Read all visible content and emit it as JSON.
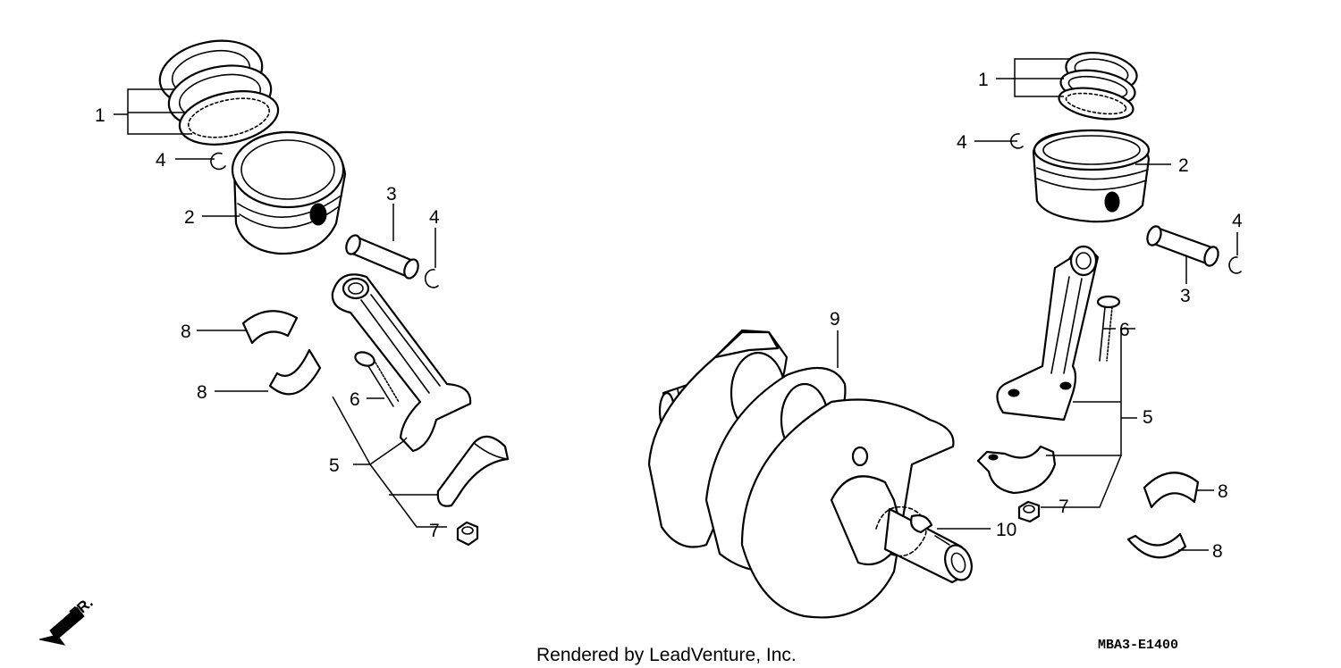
{
  "credit": "Rendered by LeadVenture, Inc.",
  "diagram_code": "MBA3-E1400",
  "direction_label": "FR.",
  "callouts": {
    "left_ring": "1",
    "left_clip_a": "4",
    "left_piston": "2",
    "left_pin": "3",
    "left_clip_b": "4",
    "left_bearing_a": "8",
    "left_bearing_b": "8",
    "left_bolt": "6",
    "left_rod": "5",
    "left_nut": "7",
    "crankshaft": "9",
    "key": "10",
    "right_ring": "1",
    "right_clip_a": "4",
    "right_piston": "2",
    "right_clip_b": "4",
    "right_pin": "3",
    "right_bolt": "6",
    "right_rod": "5",
    "right_nut": "7",
    "right_bearing_a": "8",
    "right_bearing_b": "8"
  }
}
